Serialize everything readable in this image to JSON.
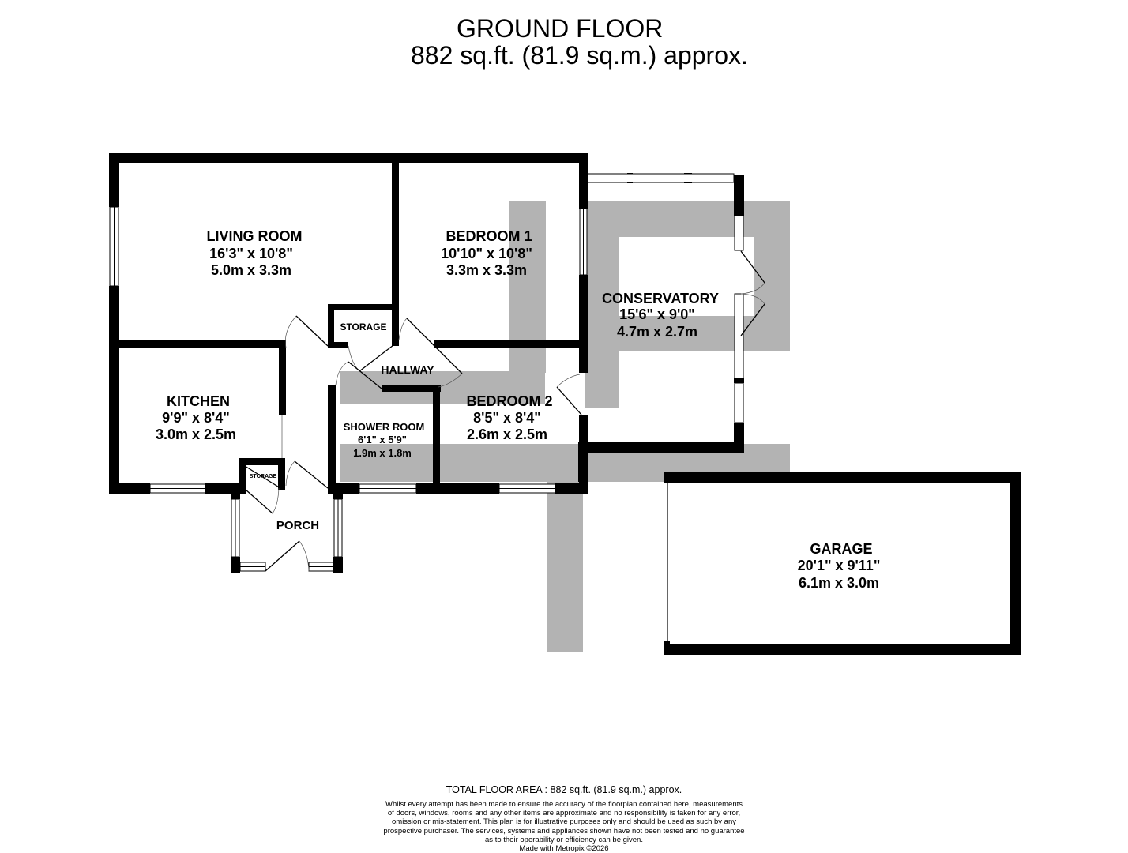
{
  "header": {
    "title": "GROUND FLOOR",
    "area": "882 sq.ft. (81.9 sq.m.) approx."
  },
  "colors": {
    "wall": "#000000",
    "shading": "#b3b3b3",
    "background": "#ffffff"
  },
  "rooms": {
    "living_room": {
      "name": "LIVING ROOM",
      "imperial": "16'3\"  x 10'8\"",
      "metric": "5.0m  x 3.3m"
    },
    "bedroom_1": {
      "name": "BEDROOM 1",
      "imperial": "10'10\"  x 10'8\"",
      "metric": "3.3m  x 3.3m"
    },
    "conservatory": {
      "name": "CONSERVATORY",
      "imperial": "15'6\"  x 9'0\"",
      "metric": "4.7m  x 2.7m"
    },
    "kitchen": {
      "name": "KITCHEN",
      "imperial": "9'9\"  x 8'4\"",
      "metric": "3.0m  x 2.5m"
    },
    "bedroom_2": {
      "name": "BEDROOM 2",
      "imperial": "8'5\"  x 8'4\"",
      "metric": "2.6m  x 2.5m"
    },
    "shower_room": {
      "name": "SHOWER ROOM",
      "imperial": "6'1\"  x 5'9\"",
      "metric": "1.9m  x 1.8m"
    },
    "garage": {
      "name": "GARAGE",
      "imperial": "20'1\"  x 9'11\"",
      "metric": "6.1m  x 3.0m"
    },
    "hallway": {
      "name": "HALLWAY"
    },
    "storage_upper": {
      "name": "STORAGE"
    },
    "storage_lower": {
      "name": "STORAGE"
    },
    "porch": {
      "name": "PORCH"
    }
  },
  "footer": {
    "total_area": "TOTAL FLOOR AREA : 882 sq.ft. (81.9 sq.m.) approx.",
    "disclaimer_lines": [
      "Whilst every attempt has been made to ensure the accuracy of the floorplan contained here, measurements",
      "of doors, windows, rooms and any other items are approximate and no responsibility is taken for any error,",
      "omission or mis-statement. This plan is for illustrative purposes only and should be used as such by any",
      "prospective purchaser. The services, systems and appliances shown have not been tested and no guarantee",
      "as to their operability or efficiency can be given."
    ],
    "credit": "Made with Metropix ©2026"
  }
}
